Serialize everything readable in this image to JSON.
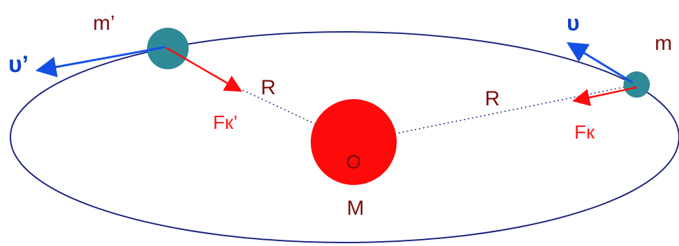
{
  "labels": {
    "mass_prime": "m’",
    "mass": "m",
    "velocity_prime": "υ’",
    "velocity": "υ",
    "radius_left": "R",
    "radius_right": "R",
    "force_prime": "Fк’",
    "force": "Fк",
    "center": "O",
    "central_mass": "M"
  },
  "colors": {
    "orbit": "#1a237e",
    "central_body": "#ff0a0a",
    "satellite": "#2e8a96",
    "velocity_arrow": "#1550e6",
    "force_arrow": "#ff0a0a",
    "mass_label": "#7a1010",
    "velocity_label": "#1040d0",
    "force_label": "#ff1a1a",
    "center_label": "#7a1010",
    "radius_line": "#1a237e"
  }
}
